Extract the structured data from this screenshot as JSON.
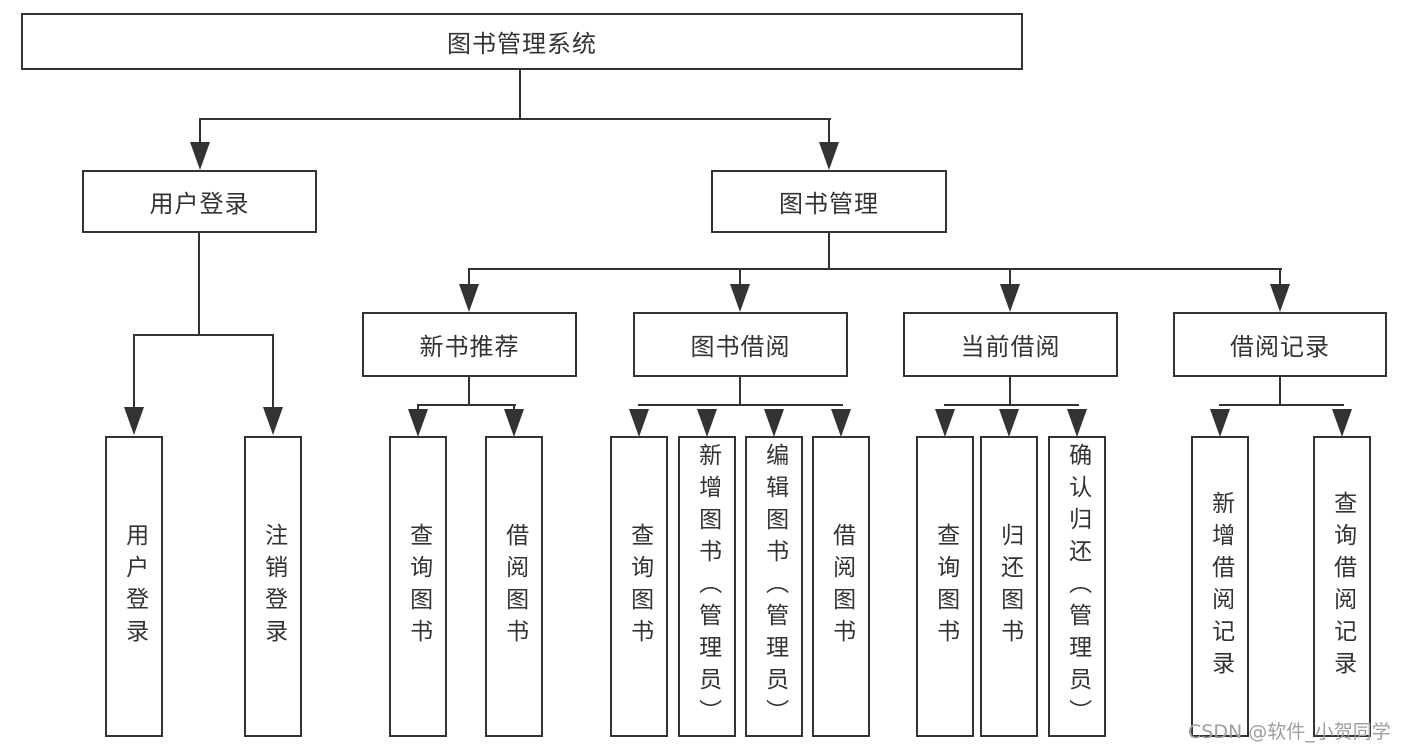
{
  "colors": {
    "line": "#333333",
    "box_border": "#333333",
    "text": "#333333",
    "watermark": "#9e9e9e",
    "background": "#ffffff"
  },
  "tree": {
    "label": "图书管理系统",
    "children": [
      {
        "label": "用户登录",
        "children": [
          {
            "label": "用户登录"
          },
          {
            "label": "注销登录"
          }
        ]
      },
      {
        "label": "图书管理",
        "children": [
          {
            "label": "新书推荐",
            "children": [
              {
                "label": "查询图书"
              },
              {
                "label": "借阅图书"
              }
            ]
          },
          {
            "label": "图书借阅",
            "children": [
              {
                "label": "查询图书"
              },
              {
                "label": "新增图书（管理员）"
              },
              {
                "label": "编辑图书（管理员）"
              },
              {
                "label": "借阅图书"
              }
            ]
          },
          {
            "label": "当前借阅",
            "children": [
              {
                "label": "查询图书"
              },
              {
                "label": "归还图书"
              },
              {
                "label": "确认归还（管理员）"
              }
            ]
          },
          {
            "label": "借阅记录",
            "children": [
              {
                "label": "新增借阅记录"
              },
              {
                "label": "查询借阅记录"
              }
            ]
          }
        ]
      }
    ]
  },
  "watermark": {
    "text": "CSDN @软件_小贺同学"
  }
}
